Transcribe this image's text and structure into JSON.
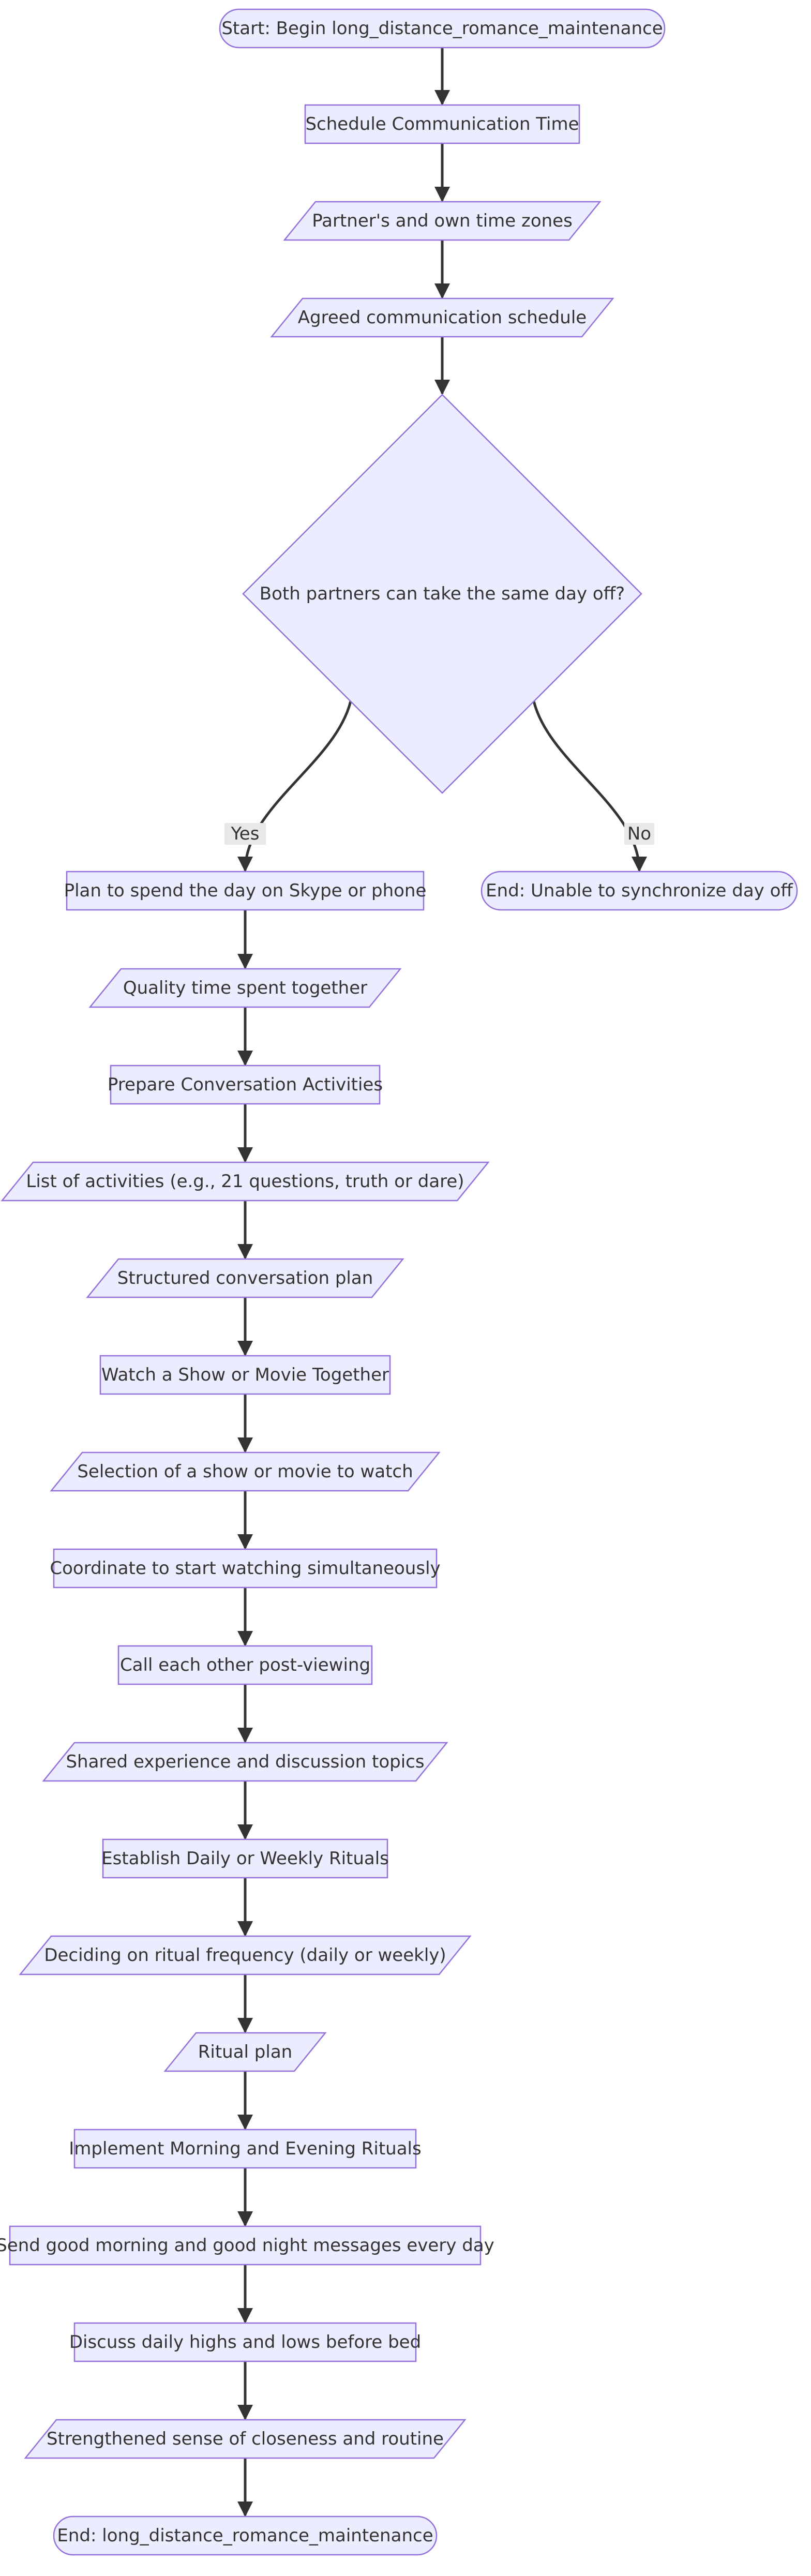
{
  "nodes": [
    {
      "id": "start",
      "shape": "stadium",
      "label": "Start: Begin long_distance_romance_maintenance"
    },
    {
      "id": "schedule",
      "shape": "rect",
      "label": "Schedule Communication Time"
    },
    {
      "id": "timezones",
      "shape": "parallelogram",
      "label": "Partner's and own time zones"
    },
    {
      "id": "agreed",
      "shape": "parallelogram",
      "label": "Agreed communication schedule"
    },
    {
      "id": "decision",
      "shape": "diamond",
      "label": "Both partners can take the same day off?"
    },
    {
      "id": "plan_day",
      "shape": "rect",
      "label": "Plan to spend the day on Skype or phone"
    },
    {
      "id": "end_unable",
      "shape": "stadium",
      "label": "End: Unable to synchronize day off"
    },
    {
      "id": "quality",
      "shape": "parallelogram",
      "label": "Quality time spent together"
    },
    {
      "id": "prepare",
      "shape": "rect",
      "label": "Prepare Conversation Activities"
    },
    {
      "id": "activities",
      "shape": "parallelogram",
      "label": "List of activities (e.g., 21 questions, truth or dare)"
    },
    {
      "id": "structured",
      "shape": "parallelogram",
      "label": "Structured conversation plan"
    },
    {
      "id": "watch",
      "shape": "rect",
      "label": "Watch a Show or Movie Together"
    },
    {
      "id": "selection",
      "shape": "parallelogram",
      "label": "Selection of a show or movie to watch"
    },
    {
      "id": "coordinate",
      "shape": "rect",
      "label": "Coordinate to start watching simultaneously"
    },
    {
      "id": "call",
      "shape": "rect",
      "label": "Call each other post-viewing"
    },
    {
      "id": "shared",
      "shape": "parallelogram",
      "label": "Shared experience and discussion topics"
    },
    {
      "id": "establish",
      "shape": "rect",
      "label": "Establish Daily or Weekly Rituals"
    },
    {
      "id": "frequency",
      "shape": "parallelogram",
      "label": "Deciding on ritual frequency (daily or weekly)"
    },
    {
      "id": "ritual_plan",
      "shape": "parallelogram",
      "label": "Ritual plan"
    },
    {
      "id": "implement",
      "shape": "rect",
      "label": "Implement Morning and Evening Rituals"
    },
    {
      "id": "messages",
      "shape": "rect",
      "label": "Send good morning and good night messages every day"
    },
    {
      "id": "highs",
      "shape": "rect",
      "label": "Discuss daily highs and lows before bed"
    },
    {
      "id": "closeness",
      "shape": "parallelogram",
      "label": "Strengthened sense of closeness and routine"
    },
    {
      "id": "end",
      "shape": "stadium",
      "label": "End: long_distance_romance_maintenance"
    }
  ],
  "edges": [
    {
      "from": "start",
      "to": "schedule"
    },
    {
      "from": "schedule",
      "to": "timezones"
    },
    {
      "from": "timezones",
      "to": "agreed"
    },
    {
      "from": "agreed",
      "to": "decision"
    },
    {
      "from": "decision",
      "to": "plan_day",
      "label": "Yes"
    },
    {
      "from": "decision",
      "to": "end_unable",
      "label": "No"
    },
    {
      "from": "plan_day",
      "to": "quality"
    },
    {
      "from": "quality",
      "to": "prepare"
    },
    {
      "from": "prepare",
      "to": "activities"
    },
    {
      "from": "activities",
      "to": "structured"
    },
    {
      "from": "structured",
      "to": "watch"
    },
    {
      "from": "watch",
      "to": "selection"
    },
    {
      "from": "selection",
      "to": "coordinate"
    },
    {
      "from": "coordinate",
      "to": "call"
    },
    {
      "from": "call",
      "to": "shared"
    },
    {
      "from": "shared",
      "to": "establish"
    },
    {
      "from": "establish",
      "to": "frequency"
    },
    {
      "from": "frequency",
      "to": "ritual_plan"
    },
    {
      "from": "ritual_plan",
      "to": "implement"
    },
    {
      "from": "implement",
      "to": "messages"
    },
    {
      "from": "messages",
      "to": "highs"
    },
    {
      "from": "highs",
      "to": "closeness"
    },
    {
      "from": "closeness",
      "to": "end"
    }
  ]
}
